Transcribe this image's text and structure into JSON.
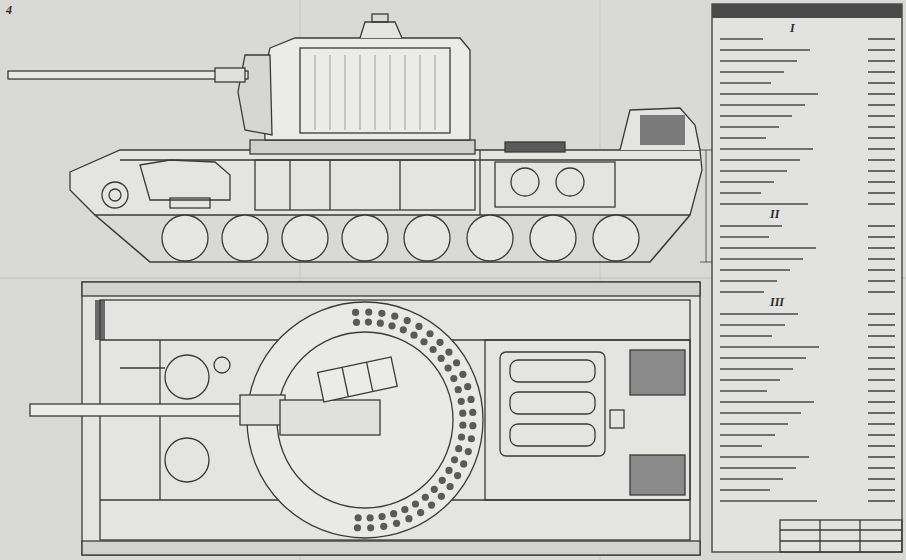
{
  "diagram": {
    "labels": [
      "4",
      "I",
      "II",
      "III"
    ]
  }
}
